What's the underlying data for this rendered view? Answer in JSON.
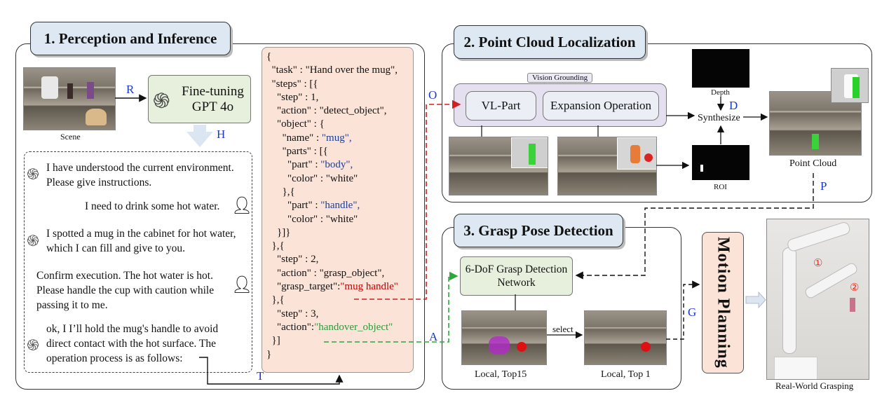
{
  "sections": {
    "s1_title": "1. Perception and Inference",
    "s2_title": "2. Point Cloud Localization",
    "s3_title": "3. Grasp Pose Detection"
  },
  "s1": {
    "scene_label": "Scene",
    "gpt_box": "Fine-tuning GPT 4o",
    "arrow_r": "R",
    "arrow_h": "H",
    "arrow_t": "T",
    "chat": [
      "I have understood the current environment. Please give instructions.",
      "I need to drink some hot water.",
      "I spotted a mug in the cabinet for hot water, which I can fill and give to you.",
      "Confirm execution. The hot water is hot. Please handle the cup with caution while passing it to me.",
      "ok, I I’ll hold the mug's handle to avoid direct contact with the hot surface. The operation process is as follows:"
    ],
    "json_lines": [
      "{",
      "  \"task\" : \"Hand over the mug\",",
      "  \"steps\" : [{",
      "    \"step\" : 1,",
      "    \"action\" : \"detect_object\",",
      "    \"object\" : {",
      "      \"name\" : ",
      "      \"parts\" : [{",
      "        \"part\" : ",
      "        \"color\" : \"white\"",
      "      },{",
      "        \"part\" : ",
      "        \"color\" : \"white\"",
      "    }]}",
      "  },{",
      "    \"step\" : 2,",
      "    \"action\" : \"grasp_object\",",
      "    \"grasp_target\":",
      "  },{",
      "    \"step\" : 3,",
      "    \"action\":",
      "  }]",
      "}"
    ],
    "json_values": {
      "name": "\"mug\",",
      "part_body": "\"body\",",
      "part_handle": "\"handle\",",
      "grasp_target": "\"mug handle\"",
      "action3": "\"handover_object\""
    }
  },
  "s2": {
    "vision_grounding": "Vision Grounding",
    "vl_part": "VL-Part",
    "expansion": "Expansion Operation",
    "depth": "Depth",
    "roi": "ROI",
    "synthesize": "Synthesize",
    "point_cloud": "Point Cloud",
    "arrow_o": "O",
    "arrow_d": "D",
    "arrow_p": "P"
  },
  "s3": {
    "network": "6-DoF Grasp Detection Network",
    "select": "select",
    "top15": "Local, Top15",
    "top1": "Local, Top 1",
    "arrow_a": "A",
    "arrow_g": "G"
  },
  "motion_planning": "Motion Planning",
  "real_world": "Real-World Grasping",
  "markers": [
    "①",
    "②"
  ]
}
